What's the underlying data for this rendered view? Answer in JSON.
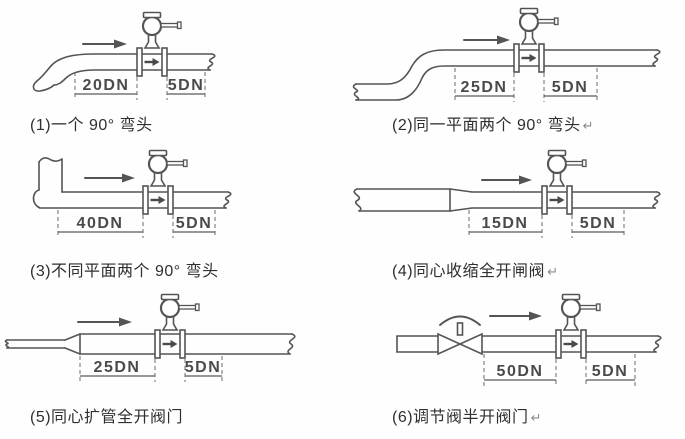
{
  "colors": {
    "line": "#545454",
    "dimension_label": "#4a4a4a",
    "caption_text": "#2f2f2f",
    "background": "#fffefe"
  },
  "panels": [
    {
      "caption": "(1)一个 90° 弯头",
      "mark": "",
      "upstream": "20DN",
      "downstream": "5DN",
      "inlet_type": "single-90-elbow"
    },
    {
      "caption": "(2)同一平面两个 90° 弯头",
      "mark": "↵",
      "upstream": "25DN",
      "downstream": "5DN",
      "inlet_type": "two-90-elbows-same-plane"
    },
    {
      "caption": "(3)不同平面两个 90° 弯头",
      "mark": "",
      "upstream": "40DN",
      "downstream": "5DN",
      "inlet_type": "two-90-elbows-different-plane"
    },
    {
      "caption": "(4)同心收缩全开闸阀",
      "mark": "↵",
      "upstream": "15DN",
      "downstream": "5DN",
      "inlet_type": "concentric-reducer"
    },
    {
      "caption": "(5)同心扩管全开阀门",
      "mark": "",
      "upstream": "25DN",
      "downstream": "5DN",
      "inlet_type": "concentric-expander"
    },
    {
      "caption": "(6)调节阀半开阀门",
      "mark": "↵",
      "upstream": "50DN",
      "downstream": "5DN",
      "inlet_type": "regulating-valve-half-open"
    }
  ]
}
